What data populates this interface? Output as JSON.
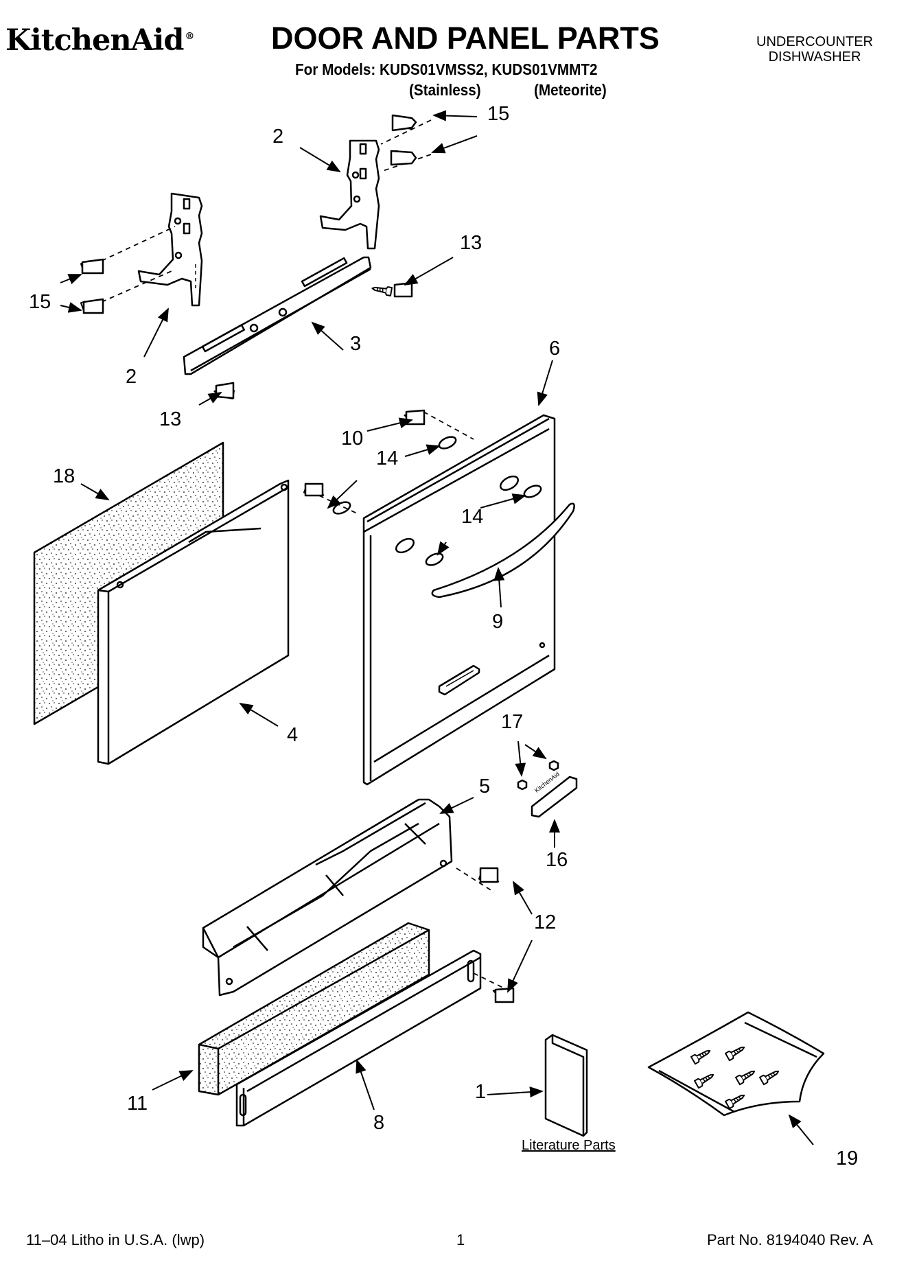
{
  "header": {
    "brand": "KitchenAid",
    "brand_mark": "®",
    "title": "DOOR AND PANEL PARTS",
    "models_line": "For Models: KUDS01VMSS2, KUDS01VMMT2",
    "variant_1": "(Stainless)",
    "variant_2": "(Meteorite)",
    "appliance_line1": "UNDERCOUNTER",
    "appliance_line2": "DISHWASHER"
  },
  "diagram": {
    "callouts": [
      {
        "id": "c15a",
        "label": "15"
      },
      {
        "id": "c2a",
        "label": "2"
      },
      {
        "id": "c13a",
        "label": "13"
      },
      {
        "id": "c15b",
        "label": "15"
      },
      {
        "id": "c2b",
        "label": "2"
      },
      {
        "id": "c3",
        "label": "3"
      },
      {
        "id": "c13b",
        "label": "13"
      },
      {
        "id": "c6",
        "label": "6"
      },
      {
        "id": "c10",
        "label": "10"
      },
      {
        "id": "c14a",
        "label": "14"
      },
      {
        "id": "c18",
        "label": "18"
      },
      {
        "id": "c14b",
        "label": "14"
      },
      {
        "id": "c9",
        "label": "9"
      },
      {
        "id": "c4",
        "label": "4"
      },
      {
        "id": "c17",
        "label": "17"
      },
      {
        "id": "c5",
        "label": "5"
      },
      {
        "id": "c16",
        "label": "16"
      },
      {
        "id": "c12",
        "label": "12"
      },
      {
        "id": "c11",
        "label": "11"
      },
      {
        "id": "c8",
        "label": "8"
      },
      {
        "id": "c1",
        "label": "1"
      },
      {
        "id": "c19",
        "label": "19"
      }
    ],
    "literature_label": "Literature Parts",
    "badge_text": "KitchenAid"
  },
  "footer": {
    "litho": "11–04 Litho in U.S.A. (lwp)",
    "page": "1",
    "part_no": "Part No. 8194040 Rev. A"
  }
}
